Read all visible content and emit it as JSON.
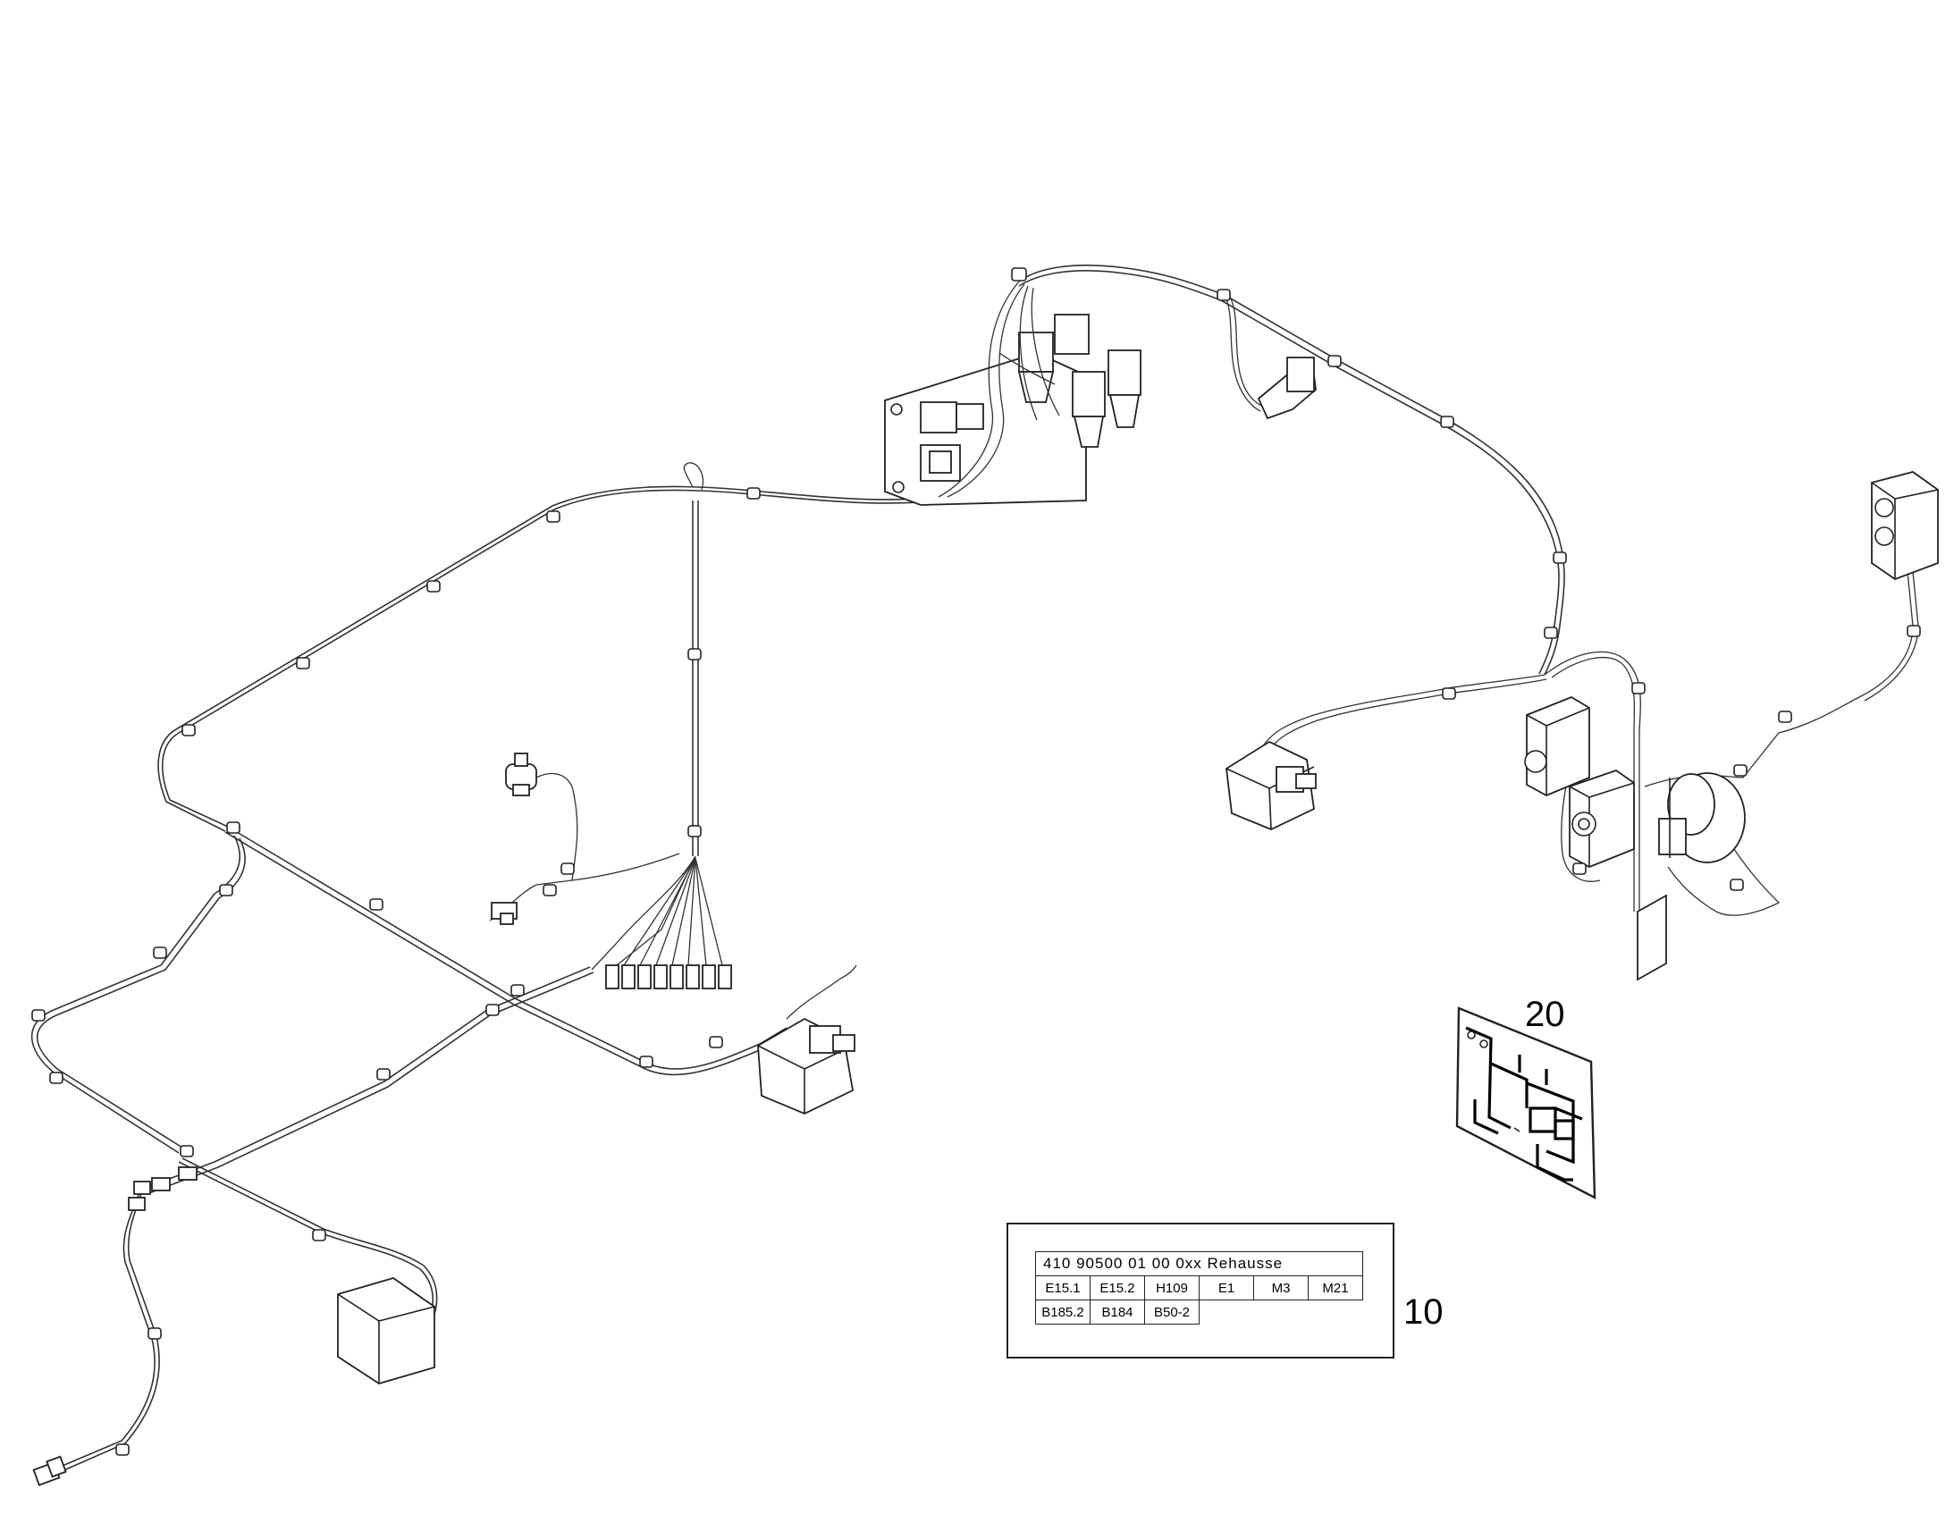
{
  "callouts": {
    "label_ref": "10",
    "schematic_ref": "20"
  },
  "label": {
    "header": "410 90500 01 00 0xx Rehausse",
    "row1": [
      "E15.1",
      "E15.2",
      "H109",
      "E1",
      "M3",
      "M21"
    ],
    "row2": [
      "B185.2",
      "B184",
      "B50-2"
    ]
  }
}
